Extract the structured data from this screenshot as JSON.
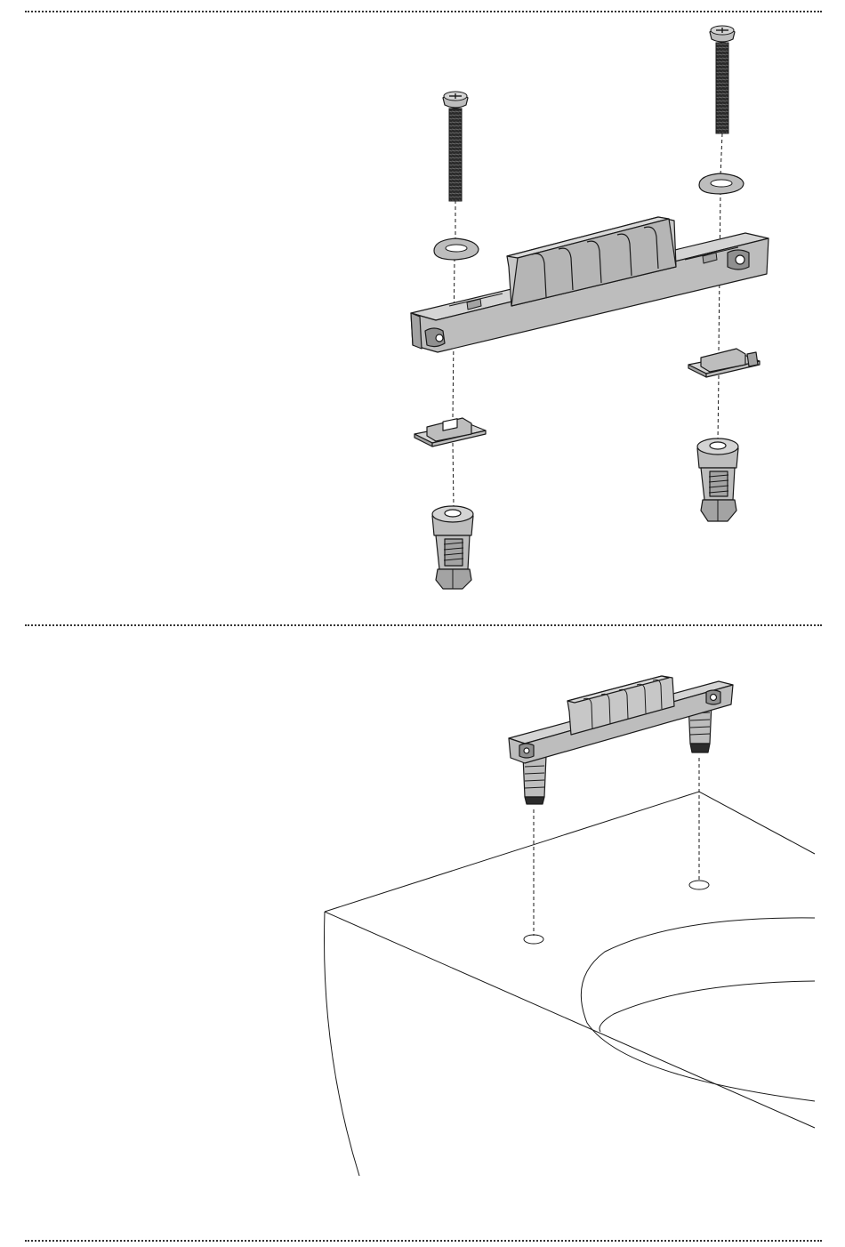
{
  "colors": {
    "part_fill": "#bdbdbd",
    "part_shade": "#a3a3a3",
    "part_light": "#d4d4d4",
    "outline": "#1a1a1a",
    "screw_thread": "#2b2b2b",
    "divider": "#333333"
  },
  "steps": [
    {
      "id": "exploded-view",
      "parts": [
        "screw-left",
        "screw-right",
        "washer-left",
        "washer-right",
        "hinge-bracket",
        "clip-left",
        "clip-right",
        "anchor-left",
        "anchor-right"
      ]
    },
    {
      "id": "mounting-view",
      "parts": [
        "assembled-bracket",
        "toilet-bowl",
        "mounting-hole-left",
        "mounting-hole-right"
      ]
    }
  ]
}
